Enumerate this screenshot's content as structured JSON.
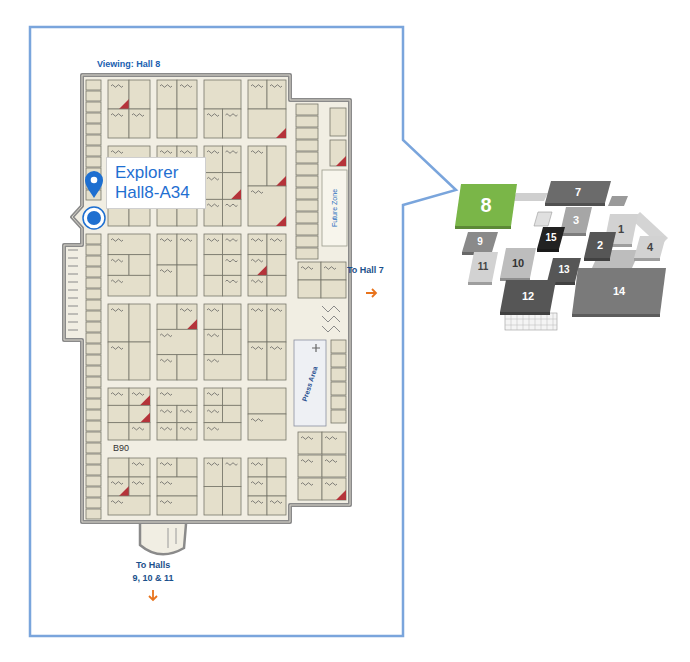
{
  "diagram": {
    "nodes": [
      {
        "text": [
          "Explorer",
          "Hall8-A34"
        ]
      },
      {
        "text": [
          "7"
        ]
      },
      {
        "text": [
          "8"
        ]
      },
      {
        "text": [
          "3"
        ]
      },
      {
        "text": [
          "1"
        ]
      },
      {
        "text": [
          "2"
        ]
      },
      {
        "text": [
          "15"
        ]
      },
      {
        "text": [
          "4"
        ]
      },
      {
        "text": [
          "9"
        ]
      },
      {
        "text": [
          "11"
        ]
      },
      {
        "text": [
          "10"
        ]
      },
      {
        "text": [
          "13"
        ]
      },
      {
        "text": [
          "12"
        ]
      },
      {
        "text": [
          "14"
        ]
      }
    ],
    "labels": [
      "Viewing: Hall 8",
      "Future Zone",
      "To Hall 7",
      "Press Area",
      "B90",
      "To Halls",
      "9, 10 & 11"
    ]
  }
}
